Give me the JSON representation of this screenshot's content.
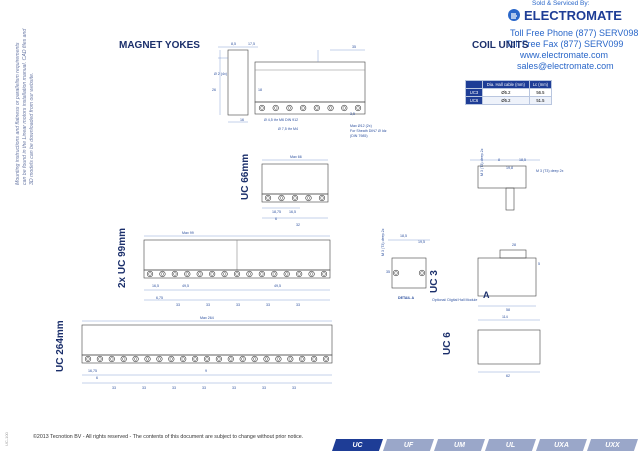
{
  "branding": {
    "sold_by": "Sold & Serviced By:",
    "company": "ELECTROMATE",
    "phone": "Toll Free Phone  (877) SERV098",
    "fax": "Toll Free Fax  (877) SERV099",
    "website": "www.electromate.com",
    "email": "sales@electromate.com"
  },
  "headings": {
    "magnet_yokes": "MAGNET YOKES",
    "coil_units": "COIL UNITS"
  },
  "side_note": {
    "line1": "Mounting instructions and flatness or parallelism requirements",
    "line2": "can be found in the Linear motors installation manual. CAD files and",
    "line3": "3D models can be downloaded from our website."
  },
  "variants": {
    "uc66": "UC 66mm",
    "uc99": "2x UC 99mm",
    "uc264": "UC 264mm",
    "uc3": "UC 3",
    "uc6": "UC 6"
  },
  "cable_table": {
    "headers": [
      "",
      "Dia. Hall cable (mm)",
      "Lc (mm)"
    ],
    "rows": [
      [
        "UC3",
        "Ø5.2",
        "56.5"
      ],
      [
        "UC6",
        "Ø5.2",
        "51.5"
      ]
    ]
  },
  "dims": {
    "yoke_top": [
      "Ø 2 (4x)",
      "8,5",
      "16",
      "17,5"
    ],
    "yoke_side": [
      "35",
      "18",
      "26",
      "3,5"
    ],
    "holes_m3": "Ø 4,5 thr M6 DIN 912",
    "holes_m4": "Ø 7,5 thr M4",
    "callout": [
      "Max Ø12 (2x)",
      "For Sheath DIN7 Ø Idz",
      "(DIN 7985)"
    ],
    "max66": "Max 66",
    "uc66_bottom": [
      "18,75",
      "16,5",
      "6",
      "32"
    ],
    "max99": "Max 99",
    "uc99_bottom": [
      "16,5",
      "49,5",
      "49,5",
      "6,75",
      "33",
      "33",
      "33",
      "33",
      "33"
    ],
    "max264": "Max 264",
    "uc264_bottom": [
      "16,75",
      "9",
      "6",
      "33",
      "33",
      "33",
      "33",
      "33",
      "33",
      "33",
      "264,5"
    ],
    "coil_dims": [
      "M 3 (T3) deep 2x",
      "8",
      "19,8",
      "M 3 (T3) deep 2x",
      "18,5"
    ],
    "detail_label": "DETAIL A",
    "detail_dims": [
      "M 3 (T3) deep 2x",
      "18,5",
      "19,5",
      "35"
    ],
    "uc3_dims": [
      "28",
      "5",
      "58"
    ],
    "uc3_note": "Optional: Digital Hall Module",
    "detail_a": "A",
    "uc6_dims": [
      "114",
      "62"
    ]
  },
  "footer": {
    "copyright": "©2013 Tecnotion BV - All rights reserved - The contents of this document are subject to change without prior notice.",
    "doc_id": "UC-100"
  },
  "tabs": [
    "UC",
    "UF",
    "UM",
    "UL",
    "UXA",
    "UXX"
  ],
  "colors": {
    "navy": "#1b2f6b",
    "brand_blue": "#2a67c9",
    "tab_active": "#1e3d96",
    "tab_inactive": "#9aa7c9"
  }
}
